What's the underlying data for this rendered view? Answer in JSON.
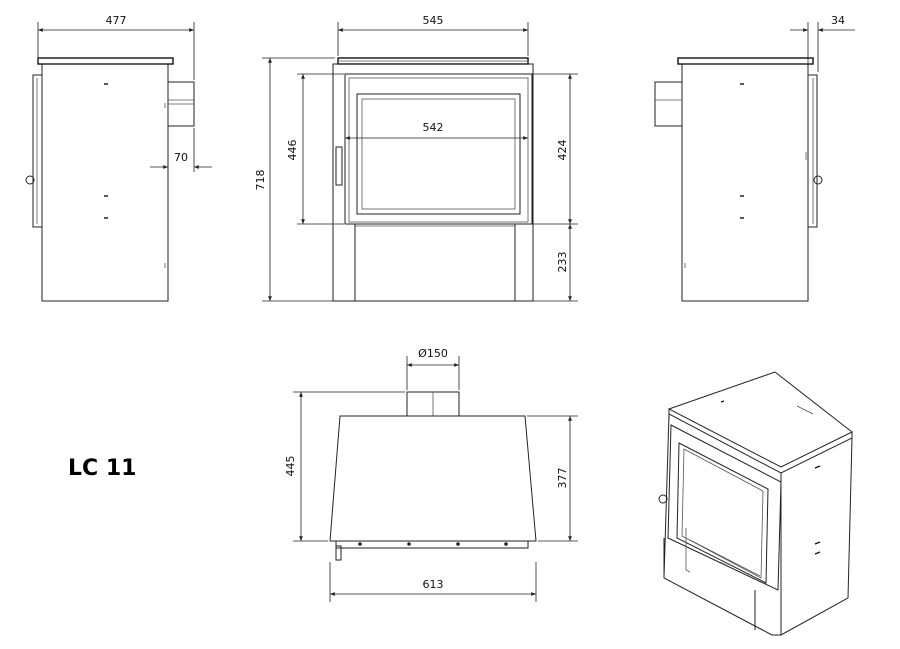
{
  "model_label": "LC 11",
  "dimensions": {
    "side_left_depth": "477",
    "side_left_flue_offset": "70",
    "front_width": "545",
    "front_height": "718",
    "front_glass_height": "446",
    "front_glass_width": "542",
    "front_door_height": "424",
    "front_base_height": "233",
    "side_right_handle": "34",
    "top_flue_diameter": "Ø150",
    "top_depth": "445",
    "top_body_depth": "377",
    "top_width": "613"
  }
}
